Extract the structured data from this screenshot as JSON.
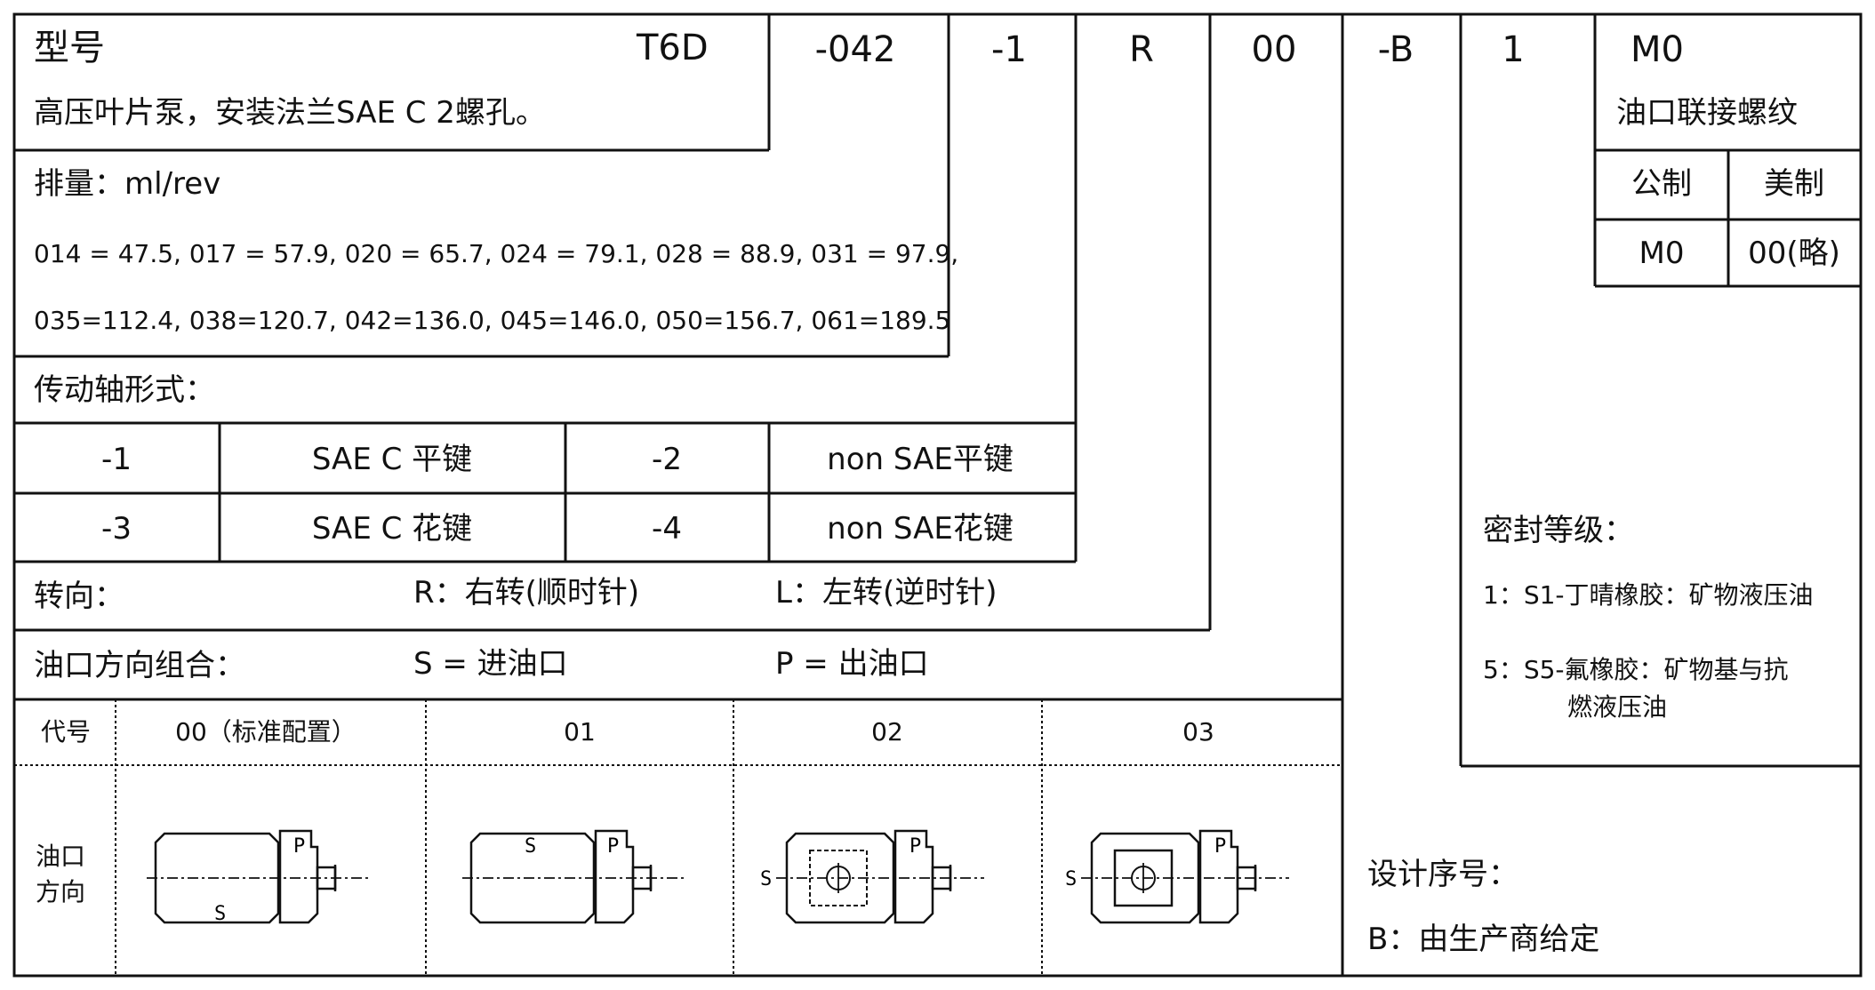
{
  "header": {
    "model_label": "型号",
    "model_value": "T6D",
    "description": "高压叶片泵，安装法兰SAE C 2螺孔。",
    "codes": [
      "-042",
      "-1",
      "R",
      "00",
      "-B",
      "1",
      "M0"
    ]
  },
  "displacement": {
    "title": "排量：ml/rev",
    "line1": "014 = 47.5, 017 = 57.9, 020 = 65.7, 024 = 79.1, 028 = 88.9, 031 = 97.9,",
    "line2": "035=112.4, 038=120.7, 042=136.0, 045=146.0, 050=156.7, 061=189.5"
  },
  "shaft": {
    "title": "传动轴形式：",
    "rows": [
      {
        "code1": "-1",
        "desc1": "SAE C 平键",
        "code2": "-2",
        "desc2": "non SAE平键"
      },
      {
        "code1": "-3",
        "desc1": "SAE C 花键",
        "code2": "-4",
        "desc2": "non SAE花键"
      }
    ]
  },
  "rotation": {
    "title": "转向：",
    "right": "R：右转(顺时针)",
    "left": "L：左转(逆时针)"
  },
  "port_combo": {
    "title": "油口方向组合：",
    "s_label": "S = 进油口",
    "p_label": "P = 出油口"
  },
  "port_table": {
    "code_header": "代号",
    "columns": [
      "00（标准配置）",
      "01",
      "02",
      "03"
    ],
    "row_label_1": "油口",
    "row_label_2": "方向",
    "s": "S",
    "p": "P"
  },
  "thread": {
    "title": "油口联接螺纹",
    "col1": "公制",
    "col2": "美制",
    "val1": "M0",
    "val2": "00(略)"
  },
  "seal": {
    "title": "密封等级：",
    "item1": "1：S1-丁晴橡胶：矿物液压油",
    "item2a": "5：S5-氟橡胶：矿物基与抗",
    "item2b": "燃液压油"
  },
  "design": {
    "title": "设计序号：",
    "value": "B：由生产商给定"
  }
}
